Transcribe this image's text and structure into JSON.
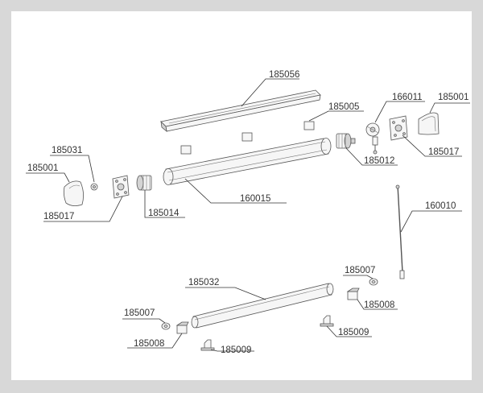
{
  "parts": {
    "p185056": "185056",
    "p185005": "185005",
    "p166011": "166011",
    "p185001_right": "185001",
    "p185017_right": "185017",
    "p185012": "185012",
    "p185031": "185031",
    "p185001_left": "185001",
    "p185017_left": "185017",
    "p185014": "185014",
    "p160015": "160015",
    "p160010": "160010",
    "p185007_right": "185007",
    "p185008_right": "185008",
    "p185032": "185032",
    "p185009_right": "185009",
    "p185007_left": "185007",
    "p185008_left": "185008",
    "p185009_left": "185009"
  }
}
